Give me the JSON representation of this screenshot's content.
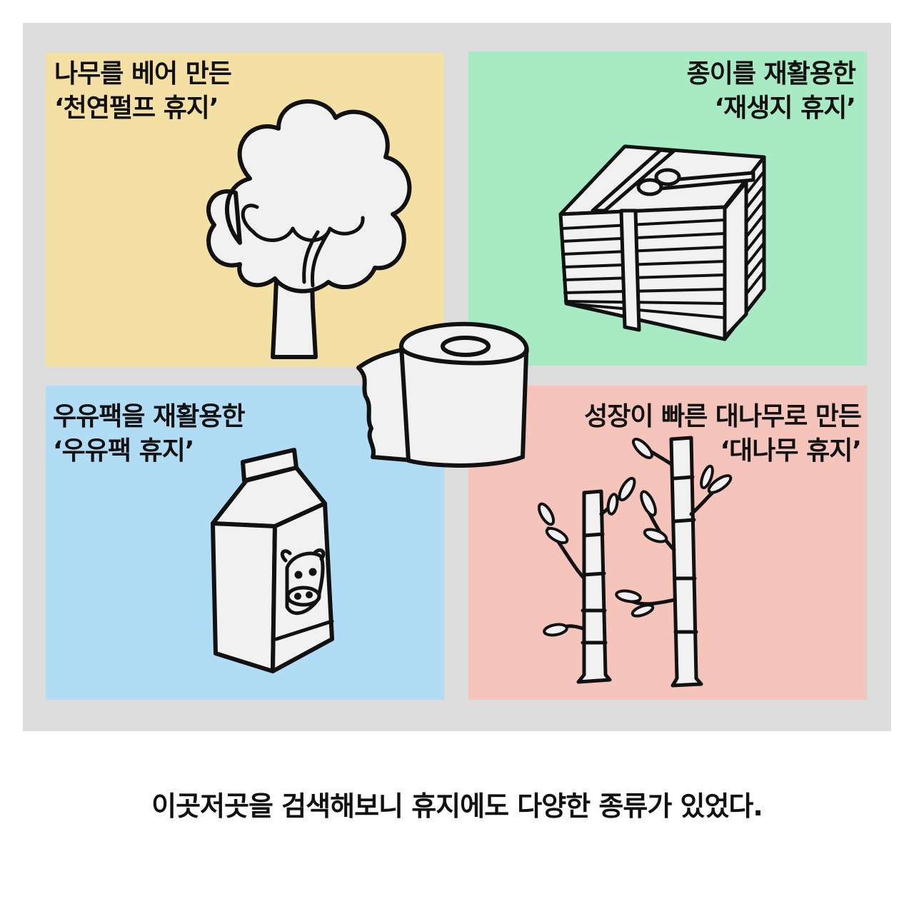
{
  "panels": {
    "natural_pulp": {
      "line1": "나무를 베어 만든",
      "line2": "‘천연펄프 휴지’",
      "color": "#f4dfa4",
      "icon": "tree-icon"
    },
    "recycled_paper": {
      "line1": "종이를 재활용한",
      "line2": "‘재생지 휴지’",
      "color": "#a7eac3",
      "icon": "paper-stack-icon"
    },
    "milk_carton": {
      "line1": "우유팩을 재활용한",
      "line2": "‘우유팩 휴지’",
      "color": "#b1dcf5",
      "icon": "milk-carton-icon"
    },
    "bamboo": {
      "line1": "성장이 빠른 대나무로 만든",
      "line2": "‘대나무 휴지’",
      "color": "#f5c5bc",
      "icon": "bamboo-icon"
    }
  },
  "center_icon": "toilet-paper-roll-icon",
  "caption": "이곳저곳을 검색해보니 휴지에도 다양한 종류가 있었다."
}
